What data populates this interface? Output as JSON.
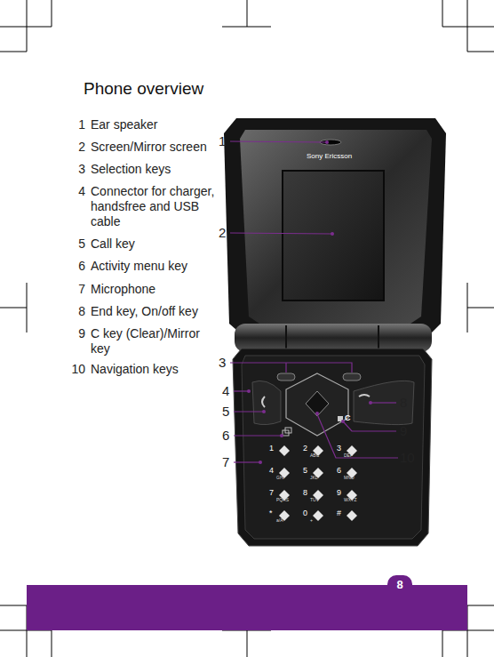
{
  "diagram": {
    "title": "Phone overview",
    "nodes": [
      {
        "text": [
          "8"
        ]
      }
    ],
    "labels": [
      "1",
      "Ear speaker",
      "2",
      "Screen/Mirror screen",
      "3",
      "Selection keys",
      "4",
      "Connector for charger, handsfree and USB cable",
      "5",
      "Call key",
      "6",
      "Activity menu key",
      "7",
      "Microphone",
      "8",
      "End key, On/off key",
      "9",
      "C key (Clear)/Mirror key",
      "10",
      "Navigation keys",
      "1",
      "2",
      "3",
      "4",
      "5",
      "6",
      "7",
      "8",
      "9",
      "10",
      "Sony Ericsson",
      "C",
      "1",
      "2",
      "ABC",
      "3",
      "DEF",
      "4",
      "GHI",
      "5",
      "JKL",
      "6",
      "MNO",
      "7",
      "PQRS",
      "8",
      "TUV",
      "9",
      "WXYZ",
      "*",
      "a/A",
      "0",
      "+",
      "#"
    ]
  }
}
